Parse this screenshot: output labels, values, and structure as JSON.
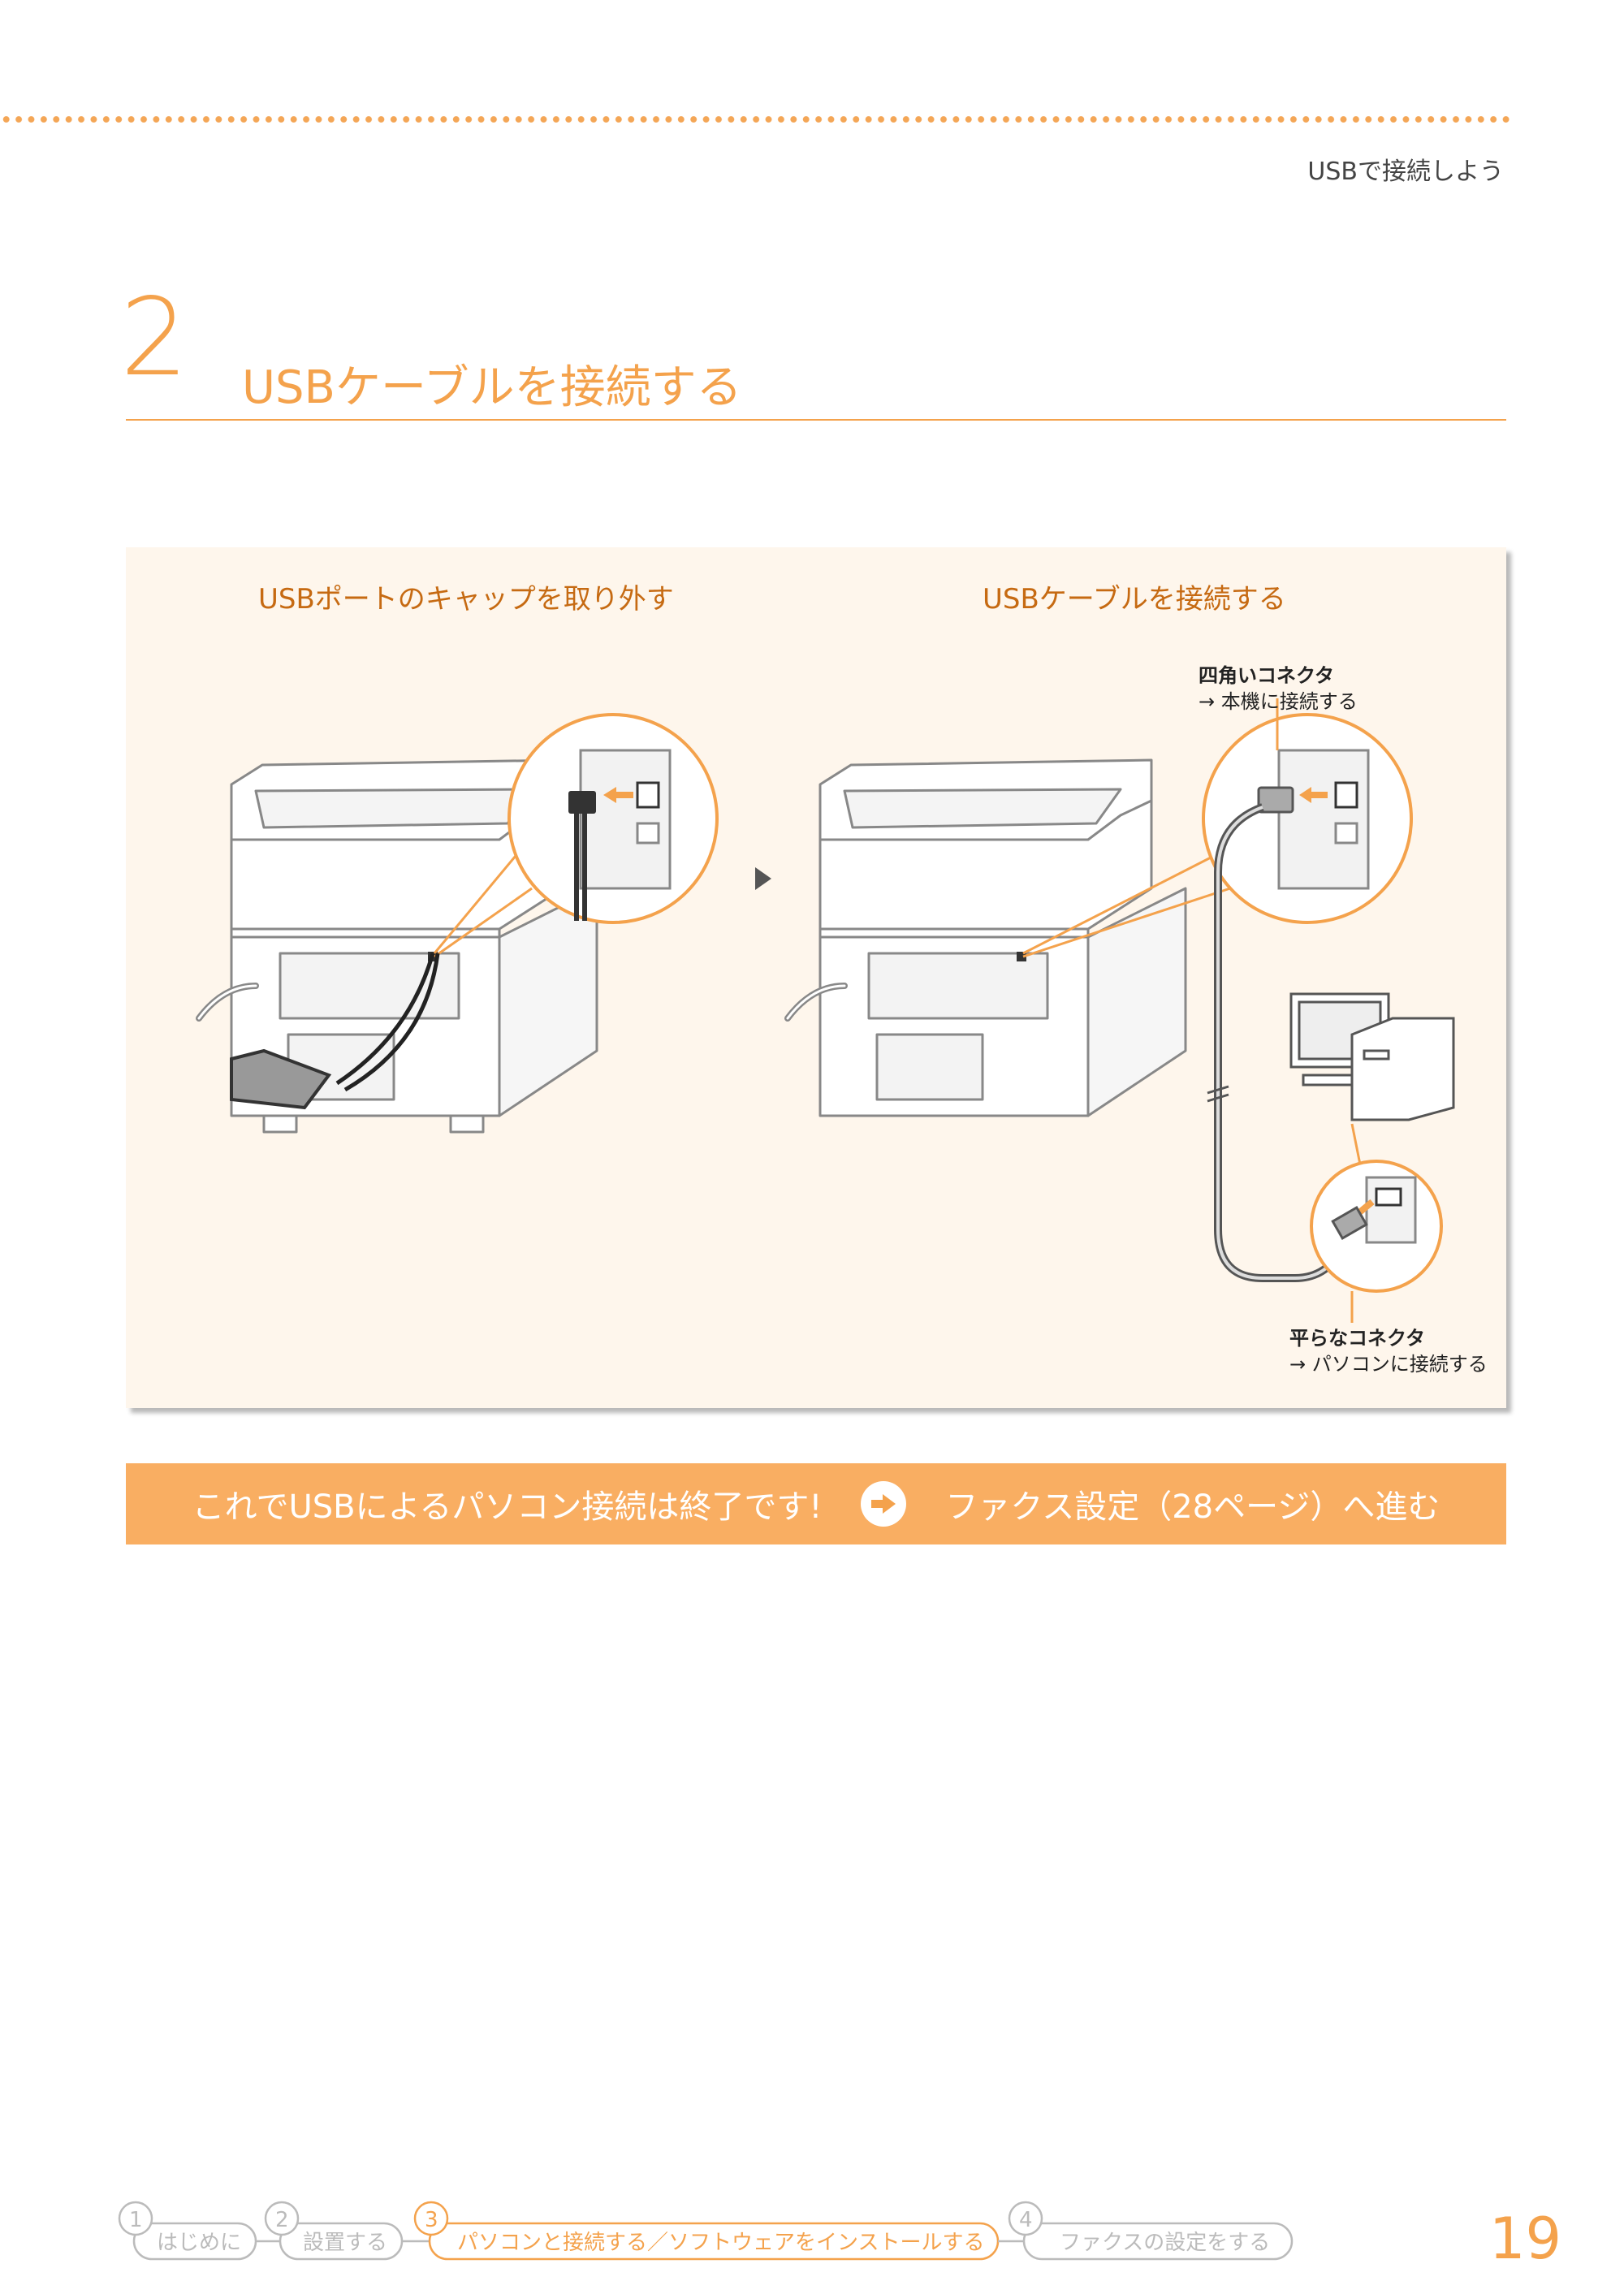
{
  "header": {
    "section_label": "USBで接続しよう"
  },
  "step": {
    "number": "2",
    "title": "USBケーブルを接続する"
  },
  "panel": {
    "left_caption": "USBポートのキャップを取り外す",
    "right_caption": "USBケーブルを接続する",
    "square_connector": {
      "name": "四角いコネクタ",
      "note": "→ 本機に接続する"
    },
    "flat_connector": {
      "name": "平らなコネクタ",
      "note": "→ パソコンに接続する"
    }
  },
  "banner": {
    "left_text": "これでUSBによるパソコン接続は終了です!",
    "right_text": "ファクス設定（28ページ）へ進む"
  },
  "footer": {
    "steps": [
      {
        "num": "1",
        "label": "はじめに"
      },
      {
        "num": "2",
        "label": "設置する"
      },
      {
        "num": "3",
        "label": "パソコンと接続する／ソフトウェアをインストールする"
      },
      {
        "num": "4",
        "label": "ファクスの設定をする"
      }
    ],
    "page_number": "19"
  },
  "colors": {
    "accent": "#f4a24c",
    "panel_bg": "#fef6ec",
    "banner_bg": "#f9ae62"
  }
}
